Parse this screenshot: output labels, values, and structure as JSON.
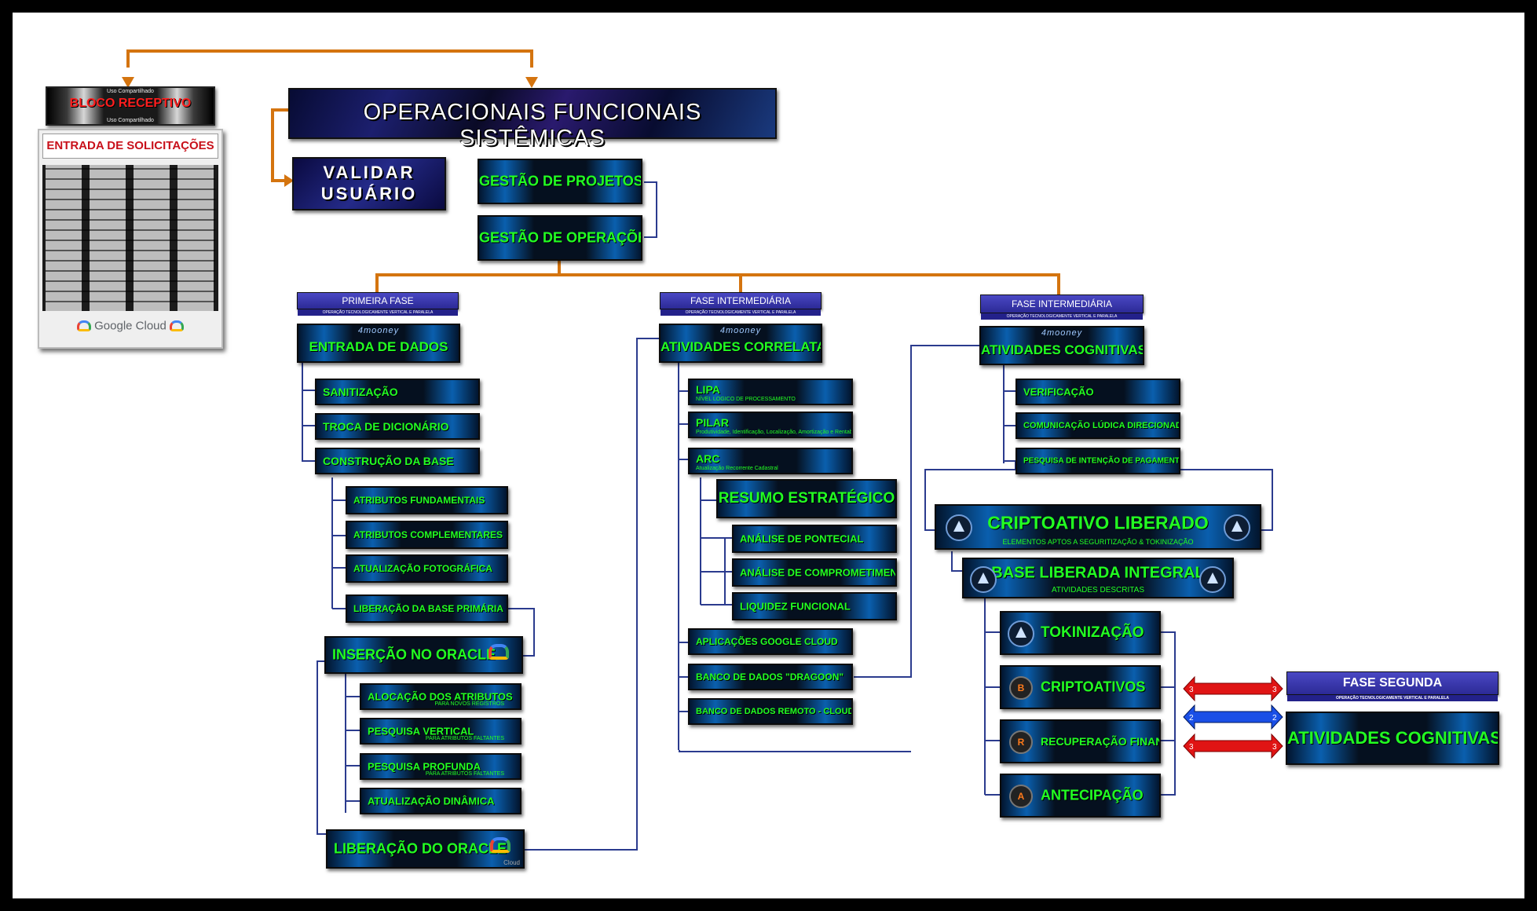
{
  "diagram": {
    "main_title": "OPERACIONAIS FUNCIONAIS SISTÊMICAS",
    "validar_usuario": [
      "VALIDAR",
      "USUÁRIO"
    ],
    "gestao_projetos": "GESTÃO DE PROJETOS",
    "gestao_operacoes": "GESTÃO DE OPERAÇÕES",
    "receptor": {
      "top_small": "Uso Compartilhado",
      "title": "BLOCO RECEPTIVO",
      "bottom_small": "Uso Compartilhado",
      "entrada": "ENTRADA DE SOLICITAÇÕES",
      "google_cloud": "Google Cloud"
    },
    "brand": "4mooney",
    "phase_sub": "OPERAÇÃO TECNOLOGICAMENTE VERTICAL E PARALELA",
    "col1": {
      "phase": "PRIMEIRA FASE",
      "head": "ENTRADA DE DADOS",
      "items": [
        "SANITIZAÇÃO",
        "TROCA DE DICIONÁRIO",
        "CONSTRUÇÃO DA BASE"
      ],
      "sub_items": [
        "ATRIBUTOS FUNDAMENTAIS",
        "ATRIBUTOS COMPLEMENTARES",
        "ATUALIZAÇÃO FOTOGRÁFICA",
        "LIBERAÇÃO DA BASE PRIMÁRIA"
      ],
      "oracle_in": "INSERÇÃO NO ORACLE",
      "oracle_items": [
        {
          "label": "ALOCAÇÃO DOS ATRIBUTOS",
          "note": "PARA NOVOS REGISTROS"
        },
        {
          "label": "PESQUISA VERTICAL",
          "note": "PARA ATRIBUTOS FALTANTES"
        },
        {
          "label": "PESQUISA PROFUNDA",
          "note": "PARA ATRIBUTOS FALTANTES"
        },
        {
          "label": "ATUALIZAÇÃO DINÂMICA",
          "note": ""
        }
      ],
      "oracle_out": "LIBERAÇÃO DO ORACLE",
      "cloud_label": "Cloud"
    },
    "col2": {
      "phase": "FASE INTERMEDIÁRIA",
      "head": "ATIVIDADES CORRELATAS",
      "items": [
        {
          "label": "LIPA",
          "note": "NÍVEL LOGICO DE PROCESSAMENTO"
        },
        {
          "label": "PILAR",
          "note": "Produtividade, Identificação, Localização, Amortização e Rentabilidade"
        },
        {
          "label": "ARC",
          "note": "Atualização Recorrente Cadastral"
        }
      ],
      "resumo": "RESUMO ESTRATÉGICO",
      "resumo_items": [
        "ANÁLISE DE PONTECIAL",
        "ANÁLISE DE COMPROMETIMENTO",
        "LIQUIDEZ FUNCIONAL"
      ],
      "db_items": [
        "APLICAÇÕES GOOGLE CLOUD",
        "BANCO DE DADOS \"DRAGOON\"",
        "BANCO DE DADOS REMOTO - CLOUD ORACLE"
      ]
    },
    "col3": {
      "phase": "FASE INTERMEDIÁRIA",
      "head": "ATIVIDADES COGNITIVAS",
      "items": [
        "VERIFICAÇÃO",
        "COMUNICAÇÃO LÚDICA DIRECIONADA",
        "PESQUISA DE INTENÇÃO DE PAGAMENTO"
      ],
      "cripto": {
        "title": "CRIPTOATIVO LIBERADO",
        "sub": "ELEMENTOS APTOS A SEGURITIZAÇÃO & TOKINIZAÇÃO"
      },
      "base": {
        "title": "BASE LIBERADA INTEGRAL",
        "sub": "ATIVIDADES DESCRITAS"
      },
      "final": [
        {
          "label": "TOKINIZAÇÃO",
          "icon": "ethereum-icon",
          "glyph": ""
        },
        {
          "label": "CRIPTOATIVOS",
          "icon": "bitcoin-icon",
          "glyph": "B"
        },
        {
          "label": "RECUPERAÇÃO FINANCEIRA",
          "icon": "coin-r-icon",
          "glyph": "R"
        },
        {
          "label": "ANTECIPAÇÃO",
          "icon": "coin-a-icon",
          "glyph": "A"
        }
      ]
    },
    "col4": {
      "phase": "FASE SEGUNDA",
      "head": "ATIVIDADES COGNITIVAS",
      "arrow_numbers": [
        "3",
        "2",
        "3"
      ],
      "arrow_colors": [
        "#e01414",
        "#1a4fe6",
        "#e01414"
      ]
    }
  }
}
